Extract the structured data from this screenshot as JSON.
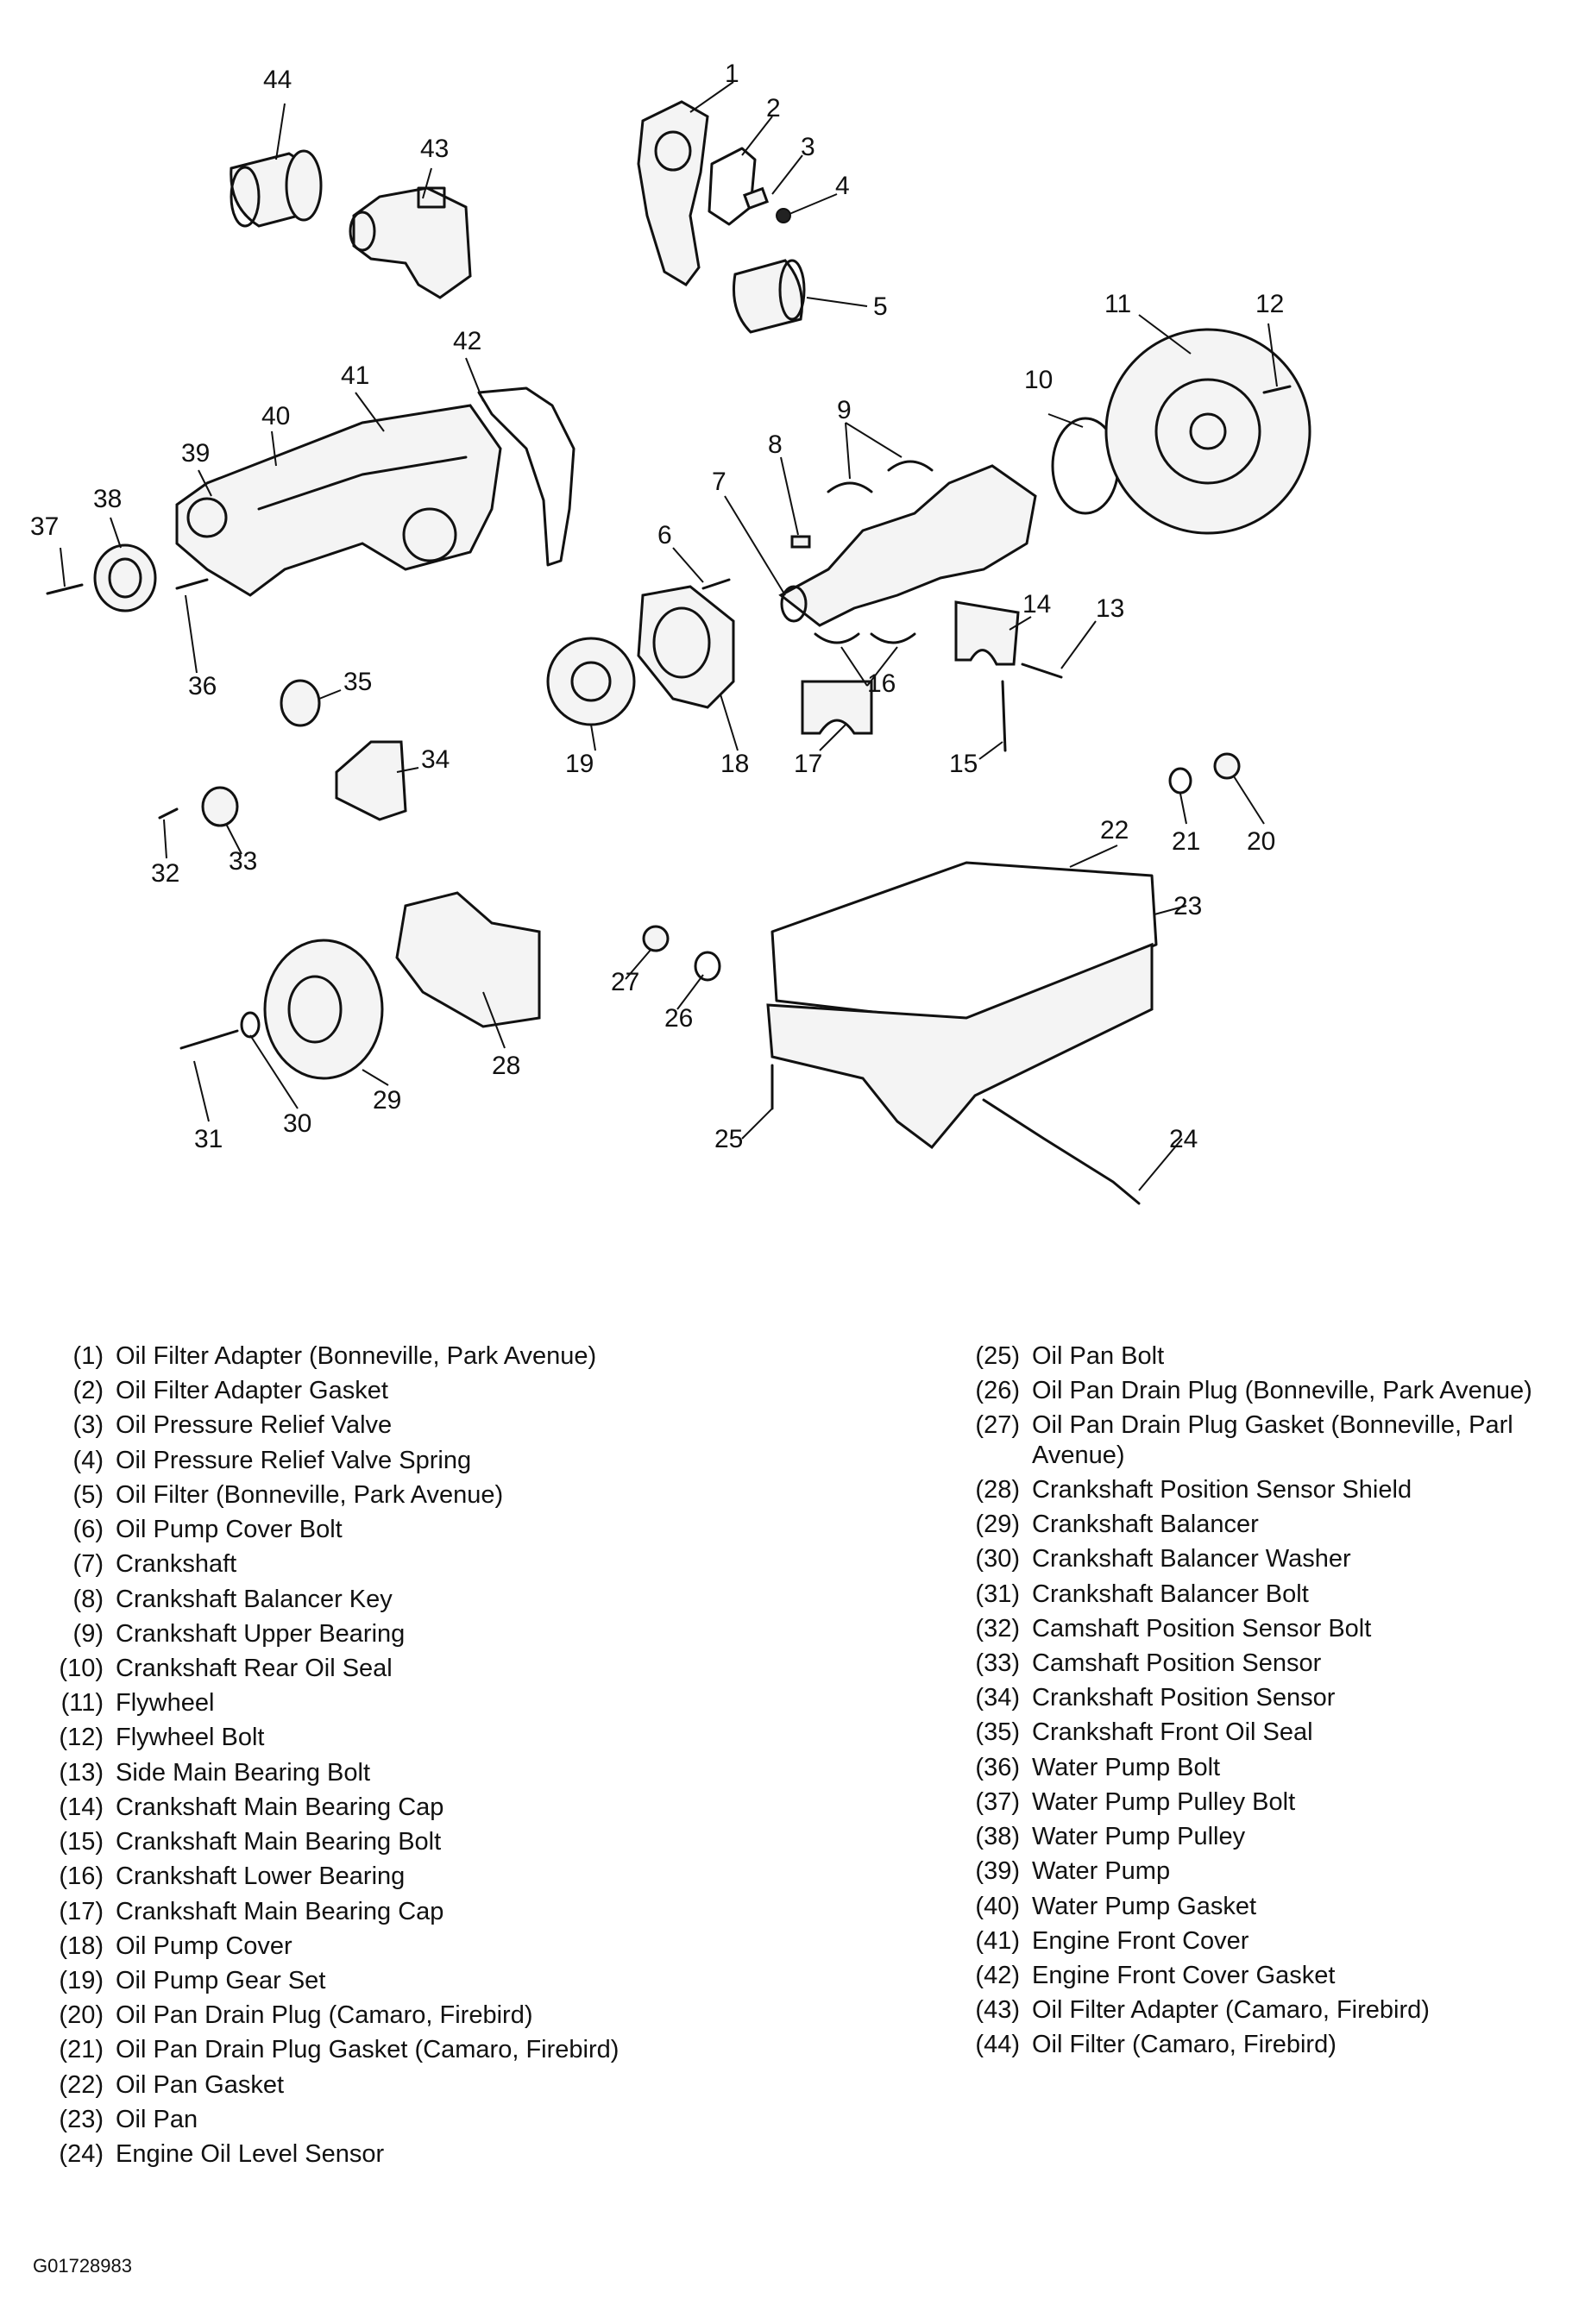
{
  "callouts": [
    "1",
    "2",
    "3",
    "4",
    "5",
    "6",
    "7",
    "8",
    "9",
    "10",
    "11",
    "12",
    "13",
    "14",
    "15",
    "16",
    "17",
    "18",
    "19",
    "20",
    "21",
    "22",
    "23",
    "24",
    "25",
    "26",
    "27",
    "28",
    "29",
    "30",
    "31",
    "32",
    "33",
    "34",
    "35",
    "36",
    "37",
    "38",
    "39",
    "40",
    "41",
    "42",
    "43",
    "44"
  ],
  "legend_left": [
    {
      "num": "(1)",
      "desc": "Oil Filter Adapter (Bonneville, Park Avenue)"
    },
    {
      "num": "(2)",
      "desc": "Oil Filter Adapter Gasket"
    },
    {
      "num": "(3)",
      "desc": "Oil Pressure Relief Valve"
    },
    {
      "num": "(4)",
      "desc": "Oil Pressure Relief Valve Spring"
    },
    {
      "num": "(5)",
      "desc": "Oil Filter (Bonneville, Park Avenue)"
    },
    {
      "num": "(6)",
      "desc": "Oil Pump Cover Bolt"
    },
    {
      "num": "(7)",
      "desc": "Crankshaft"
    },
    {
      "num": "(8)",
      "desc": "Crankshaft Balancer Key"
    },
    {
      "num": "(9)",
      "desc": "Crankshaft Upper Bearing"
    },
    {
      "num": "(10)",
      "desc": "Crankshaft Rear Oil Seal"
    },
    {
      "num": "(11)",
      "desc": "Flywheel"
    },
    {
      "num": "(12)",
      "desc": "Flywheel Bolt"
    },
    {
      "num": "(13)",
      "desc": "Side Main Bearing Bolt"
    },
    {
      "num": "(14)",
      "desc": "Crankshaft Main Bearing Cap"
    },
    {
      "num": "(15)",
      "desc": "Crankshaft Main Bearing Bolt"
    },
    {
      "num": "(16)",
      "desc": "Crankshaft Lower Bearing"
    },
    {
      "num": "(17)",
      "desc": "Crankshaft Main Bearing Cap"
    },
    {
      "num": "(18)",
      "desc": "Oil Pump Cover"
    },
    {
      "num": "(19)",
      "desc": "Oil Pump Gear Set"
    },
    {
      "num": "(20)",
      "desc": "Oil Pan Drain Plug (Camaro, Firebird)"
    },
    {
      "num": "(21)",
      "desc": "Oil Pan Drain Plug Gasket (Camaro, Firebird)"
    },
    {
      "num": "(22)",
      "desc": "Oil Pan Gasket"
    },
    {
      "num": "(23)",
      "desc": "Oil Pan"
    },
    {
      "num": "(24)",
      "desc": "Engine Oil Level Sensor"
    }
  ],
  "legend_right": [
    {
      "num": "(25)",
      "desc": "Oil Pan Bolt"
    },
    {
      "num": "(26)",
      "desc": "Oil Pan Drain Plug (Bonneville, Park Avenue)"
    },
    {
      "num": "(27)",
      "desc": "Oil Pan Drain Plug Gasket (Bonneville, Parl Avenue)"
    },
    {
      "num": "(28)",
      "desc": "Crankshaft Position Sensor Shield"
    },
    {
      "num": "(29)",
      "desc": "Crankshaft Balancer"
    },
    {
      "num": "(30)",
      "desc": "Crankshaft Balancer Washer"
    },
    {
      "num": "(31)",
      "desc": "Crankshaft Balancer Bolt"
    },
    {
      "num": "(32)",
      "desc": "Camshaft Position Sensor Bolt"
    },
    {
      "num": "(33)",
      "desc": "Camshaft Position Sensor"
    },
    {
      "num": "(34)",
      "desc": "Crankshaft Position Sensor"
    },
    {
      "num": "(35)",
      "desc": "Crankshaft Front Oil Seal"
    },
    {
      "num": "(36)",
      "desc": "Water Pump Bolt"
    },
    {
      "num": "(37)",
      "desc": "Water Pump Pulley Bolt"
    },
    {
      "num": "(38)",
      "desc": "Water Pump Pulley"
    },
    {
      "num": "(39)",
      "desc": "Water Pump"
    },
    {
      "num": "(40)",
      "desc": "Water Pump Gasket"
    },
    {
      "num": "(41)",
      "desc": "Engine Front Cover"
    },
    {
      "num": "(42)",
      "desc": "Engine Front Cover Gasket"
    },
    {
      "num": "(43)",
      "desc": "Oil Filter Adapter (Camaro, Firebird)"
    },
    {
      "num": "(44)",
      "desc": "Oil Filter (Camaro, Firebird)"
    }
  ],
  "figure_code": "G01728983"
}
